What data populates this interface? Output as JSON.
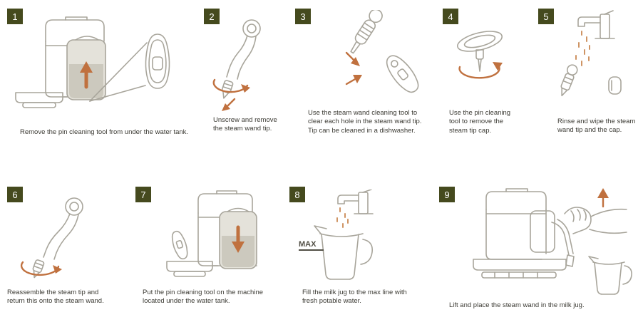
{
  "colors": {
    "page_background": "#ffffff",
    "badge_background": "#454a1e",
    "badge_text": "#ffffff",
    "arrow_accent": "#c0713f",
    "water_drop_accent": "#cf9464",
    "line_art": "#a8a59b",
    "tank_fill": "#e4e2da",
    "water_fill": "#ccc9be",
    "caption_text": "#3b3a33"
  },
  "steps": [
    {
      "number": "1",
      "caption": "Remove the pin cleaning tool from under the water tank.",
      "illustration": "machine-with-pin-tool-callout"
    },
    {
      "number": "2",
      "caption": "Unscrew and remove the steam wand tip.",
      "illustration": "steam-wand-tip-unscrew"
    },
    {
      "number": "3",
      "caption": "Use the steam wand cleaning tool to clear each hole in the steam wand tip. Tip can be cleaned in a dishwasher.",
      "illustration": "cleaning-tool-clearing-tip"
    },
    {
      "number": "4",
      "caption": "Use the pin cleaning tool to remove the steam tip cap.",
      "illustration": "pin-tool-removing-cap"
    },
    {
      "number": "5",
      "caption": "Rinse and wipe the steam wand tip and the cap.",
      "illustration": "rinse-tip-under-tap"
    },
    {
      "number": "6",
      "caption": "Reassemble the steam tip and return this onto the steam wand.",
      "illustration": "reassemble-steam-tip"
    },
    {
      "number": "7",
      "caption": "Put the pin cleaning tool on the machine located under the water tank.",
      "illustration": "machine-store-pin-tool"
    },
    {
      "number": "8",
      "caption": "Fill the milk jug to the max line with fresh potable water.",
      "max_label": "MAX",
      "illustration": "fill-milk-jug-to-max"
    },
    {
      "number": "9",
      "caption": "Lift and place the steam wand in the milk jug.",
      "illustration": "steam-wand-into-milk-jug"
    }
  ]
}
